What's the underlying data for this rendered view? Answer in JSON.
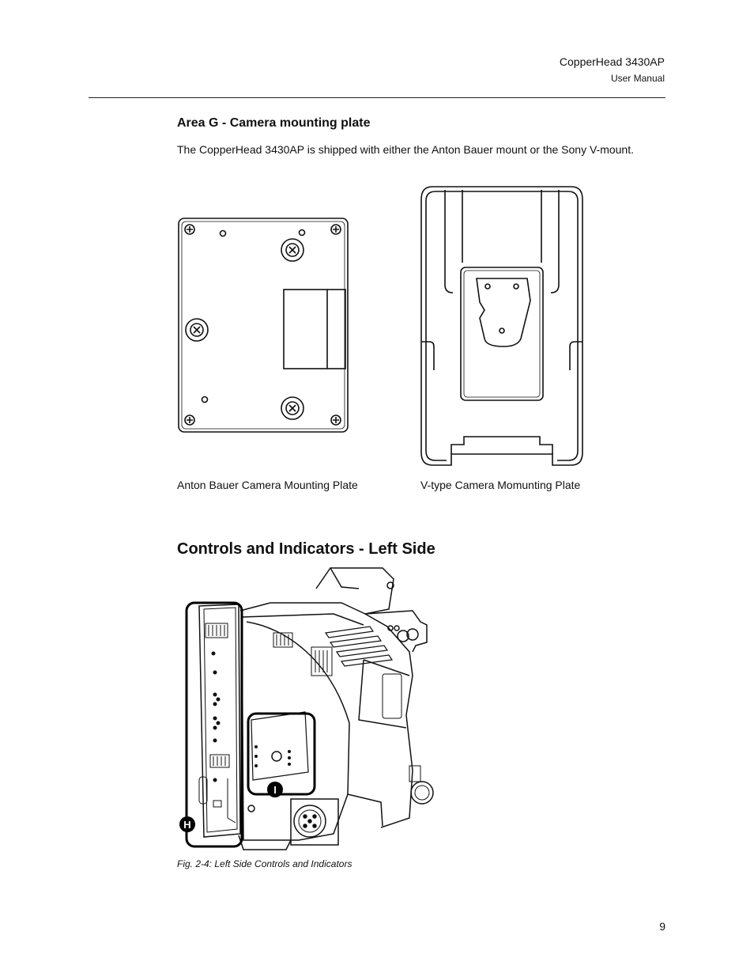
{
  "header": {
    "product": "CopperHead 3430AP",
    "doc_type": "User Manual"
  },
  "section_g": {
    "title": "Area G - Camera mounting plate",
    "body": "The CopperHead 3430AP is shipped with either the Anton Bauer mount or the Sony V-mount.",
    "caption_anton": "Anton Bauer Camera Mounting Plate",
    "caption_vtype": "V-type Camera Momunting Plate"
  },
  "controls": {
    "heading": "Controls and Indicators - Left Side",
    "callout_h": "H",
    "callout_i": "I",
    "figure_caption": "Fig. 2-4: Left Side Controls and Indicators"
  },
  "footer": {
    "page_number": "9"
  }
}
